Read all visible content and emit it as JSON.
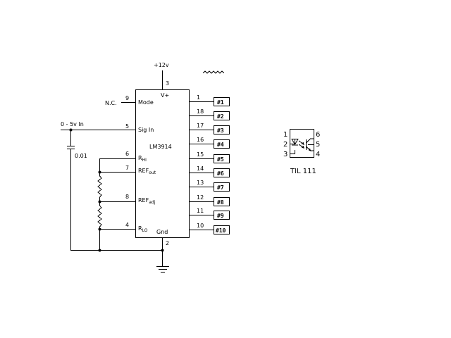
{
  "supply_label": "+12v",
  "ac_symbol": "~~~~",
  "ic": {
    "name": "LM3914",
    "pin_vplus": "V+",
    "pin_mode": "Mode",
    "pin_sig": "Sig In",
    "pin_gnd": "Gnd",
    "rhi": {
      "main": "R",
      "sub": "HI"
    },
    "refout": {
      "main": "REF",
      "sub": "out"
    },
    "refadj": {
      "main": "REF",
      "sub": "adj"
    },
    "rlo": {
      "main": "R",
      "sub": "LO"
    },
    "pin_numbers": {
      "vplus": "3",
      "mode": "9",
      "sig": "5",
      "rhi": "6",
      "refout": "7",
      "refadj": "8",
      "rlo": "4",
      "gnd": "2"
    }
  },
  "nc_label": "N.C.",
  "input_label": "0 - 5v In",
  "cap_label": "0.01",
  "outputs": [
    {
      "pin": "1",
      "label": "#1"
    },
    {
      "pin": "18",
      "label": "#2"
    },
    {
      "pin": "17",
      "label": "#3"
    },
    {
      "pin": "16",
      "label": "#4"
    },
    {
      "pin": "15",
      "label": "#5"
    },
    {
      "pin": "14",
      "label": "#6"
    },
    {
      "pin": "13",
      "label": "#7"
    },
    {
      "pin": "12",
      "label": "#8"
    },
    {
      "pin": "11",
      "label": "#9"
    },
    {
      "pin": "10",
      "label": "#10"
    }
  ],
  "optocoupler": {
    "name": "TIL 111",
    "pins": {
      "p1": "1",
      "p2": "2",
      "p3": "3",
      "p4": "4",
      "p5": "5",
      "p6": "6"
    }
  }
}
